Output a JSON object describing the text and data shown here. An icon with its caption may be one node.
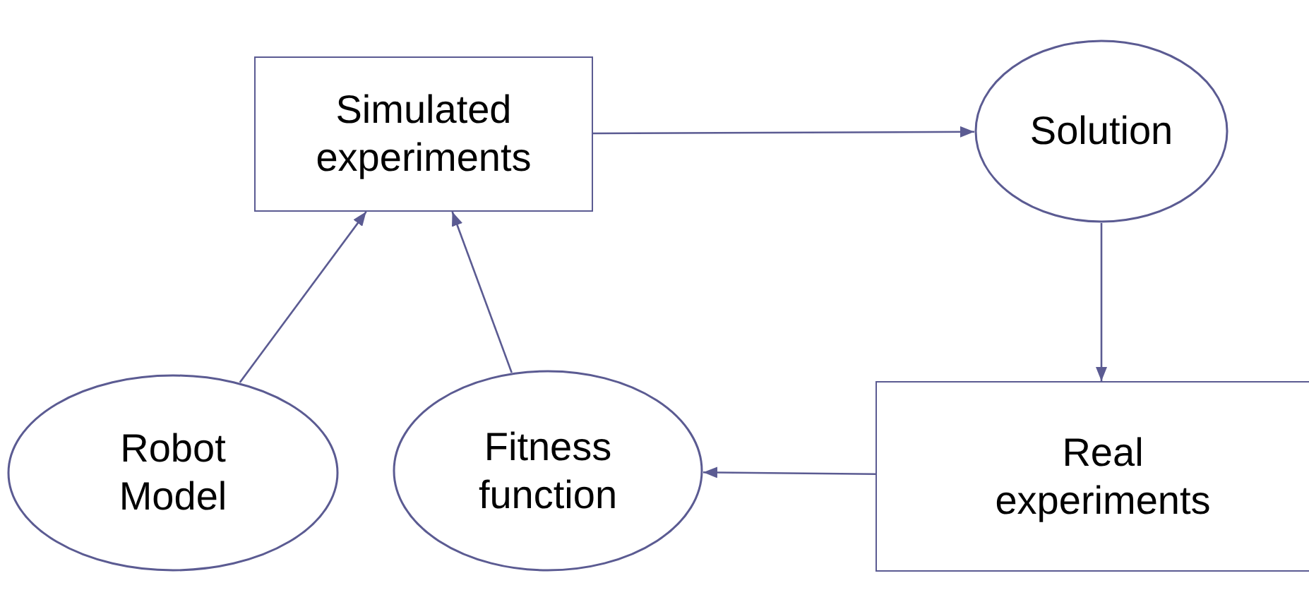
{
  "diagram": {
    "nodes": [
      {
        "text": [
          "Simulated experiments"
        ]
      },
      {
        "text": [
          "Solution"
        ]
      },
      {
        "text": [
          "Real experiments"
        ]
      },
      {
        "text": [
          "Robot Model"
        ]
      },
      {
        "text": [
          "Fitness function"
        ]
      }
    ],
    "edges": [
      {
        "from": 0,
        "to": 1,
        "arrow": "to"
      },
      {
        "from": 1,
        "to": 2,
        "arrow": "to"
      },
      {
        "from": 2,
        "to": 4,
        "arrow": "to"
      },
      {
        "from": 3,
        "to": 0,
        "arrow": "to"
      },
      {
        "from": 4,
        "to": 0,
        "arrow": "to"
      }
    ]
  }
}
